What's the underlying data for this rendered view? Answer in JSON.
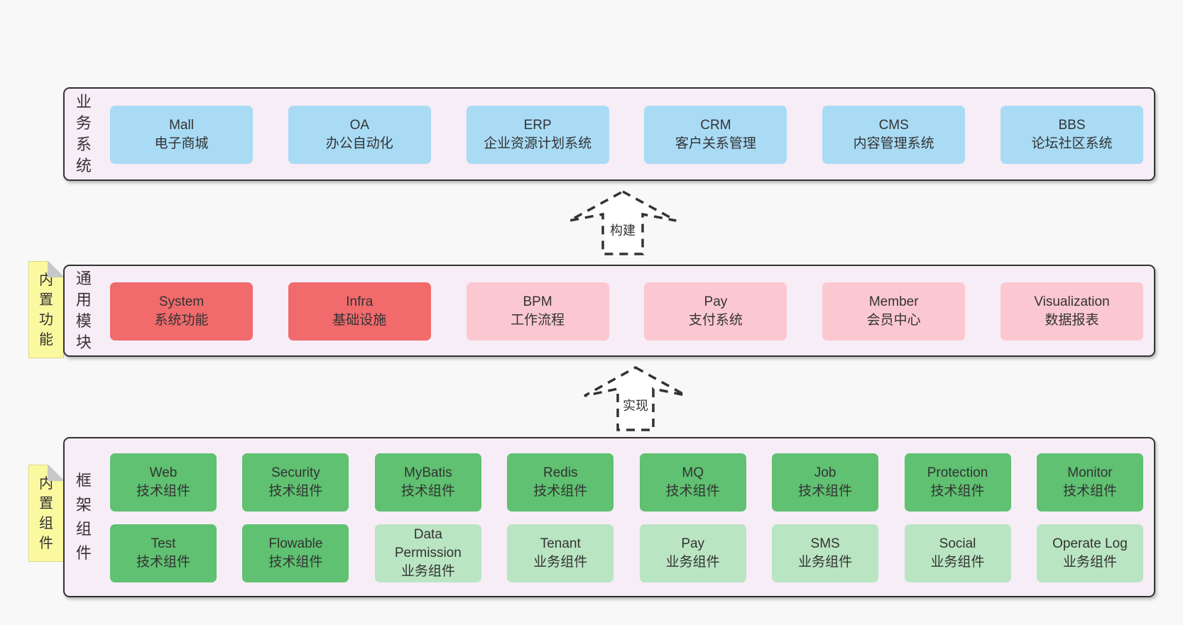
{
  "colors": {
    "canvas_bg": "#f8f8f8",
    "panel_bg": "#f7edf6",
    "panel_border": "#323232",
    "blue": "#a9dbf5",
    "red": "#f16a6c",
    "pink": "#fbc8d2",
    "green": "#5fc171",
    "light_green": "#bae5c2",
    "note_yellow": "#fbf9a0",
    "fold_gray": "#c7c7c7",
    "text": "#333333"
  },
  "notes": {
    "modules": "内置功能",
    "framework": "内置组件"
  },
  "arrows": {
    "build": {
      "label": "构建"
    },
    "implement": {
      "label": "实现"
    }
  },
  "panels": {
    "business": {
      "side_label": "业务系统",
      "boxes": [
        {
          "en": "Mall",
          "cn": "电子商城"
        },
        {
          "en": "OA",
          "cn": "办公自动化"
        },
        {
          "en": "ERP",
          "cn": "企业资源计划系统"
        },
        {
          "en": "CRM",
          "cn": "客户关系管理"
        },
        {
          "en": "CMS",
          "cn": "内容管理系统"
        },
        {
          "en": "BBS",
          "cn": "论坛社区系统"
        }
      ]
    },
    "modules": {
      "side_label": "通用模块",
      "boxes": [
        {
          "en": "System",
          "cn": "系统功能"
        },
        {
          "en": "Infra",
          "cn": "基础设施"
        },
        {
          "en": "BPM",
          "cn": "工作流程"
        },
        {
          "en": "Pay",
          "cn": "支付系统"
        },
        {
          "en": "Member",
          "cn": "会员中心"
        },
        {
          "en": "Visualization",
          "cn": "数据报表"
        }
      ]
    },
    "framework": {
      "side_label": "框架组件",
      "row1": [
        {
          "en": "Web",
          "cn": "技术组件"
        },
        {
          "en": "Security",
          "cn": "技术组件"
        },
        {
          "en": "MyBatis",
          "cn": "技术组件"
        },
        {
          "en": "Redis",
          "cn": "技术组件"
        },
        {
          "en": "MQ",
          "cn": "技术组件"
        },
        {
          "en": "Job",
          "cn": "技术组件"
        },
        {
          "en": "Protection",
          "cn": "技术组件"
        },
        {
          "en": "Monitor",
          "cn": "技术组件"
        }
      ],
      "row2": [
        {
          "en": "Test",
          "cn": "技术组件"
        },
        {
          "en": "Flowable",
          "cn": "技术组件"
        },
        {
          "en": "Data Permission",
          "cn": "业务组件"
        },
        {
          "en": "Tenant",
          "cn": "业务组件"
        },
        {
          "en": "Pay",
          "cn": "业务组件"
        },
        {
          "en": "SMS",
          "cn": "业务组件"
        },
        {
          "en": "Social",
          "cn": "业务组件"
        },
        {
          "en": "Operate Log",
          "cn": "业务组件"
        }
      ]
    }
  }
}
